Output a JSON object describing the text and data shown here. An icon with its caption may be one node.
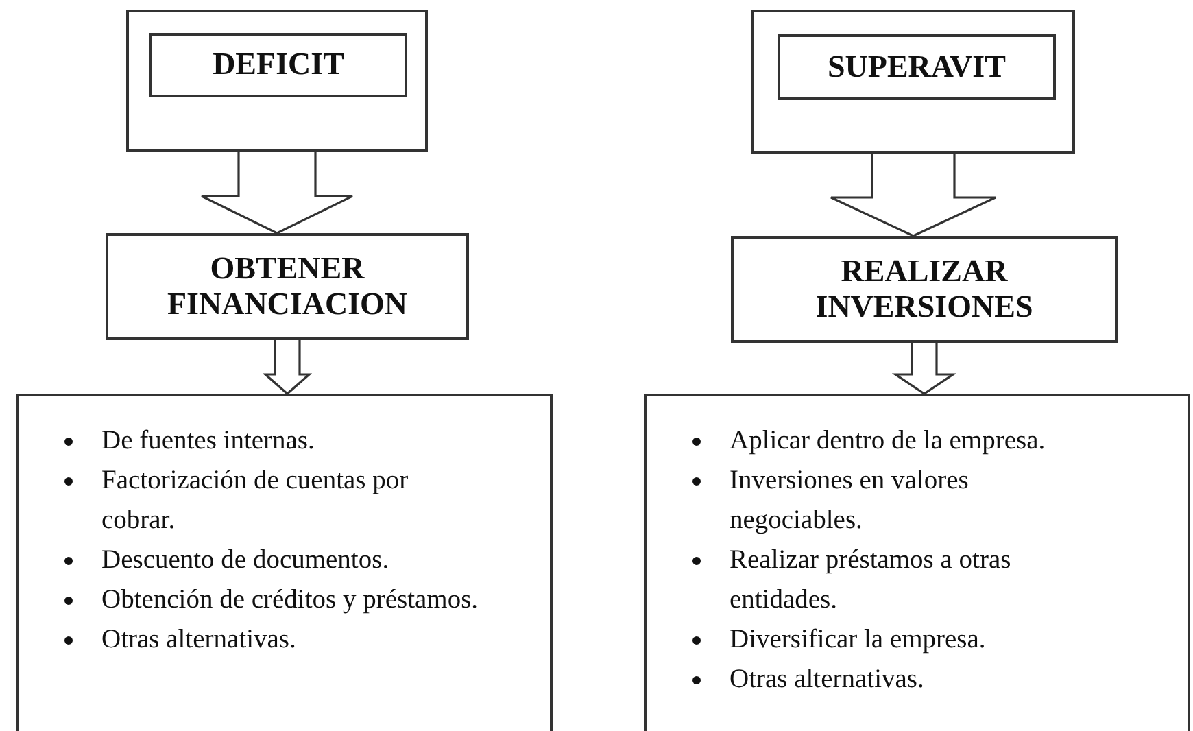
{
  "diagram": {
    "nodes": [
      {
        "text": [],
        "shape": "box"
      },
      {
        "text": [
          "DEFICIT"
        ],
        "in": 0
      },
      {
        "text": [
          "OBTENER FINANCIACION"
        ]
      },
      {
        "text": [
          "De fuentes internas.",
          "Factorización de cuentas por cobrar.",
          "Descuento de documentos.",
          "Obtención de créditos y préstamos.",
          "Otras alternativas."
        ]
      },
      {
        "text": [],
        "shape": "box"
      },
      {
        "text": [
          "SUPERAVIT"
        ],
        "in": 4
      },
      {
        "text": [
          "REALIZAR INVERSIONES"
        ]
      },
      {
        "text": [
          "Aplicar dentro de la empresa.",
          "Inversiones en valores negociables.",
          "Realizar préstamos a otras entidades.",
          "Diversificar la empresa.",
          "Otras alternativas."
        ]
      }
    ],
    "edges": [
      {
        "from": 0,
        "to": 2,
        "arrow": "to"
      },
      {
        "from": 2,
        "to": 3,
        "arrow": "to"
      },
      {
        "from": 4,
        "to": 6,
        "arrow": "to"
      },
      {
        "from": 6,
        "to": 7,
        "arrow": "to"
      }
    ]
  }
}
